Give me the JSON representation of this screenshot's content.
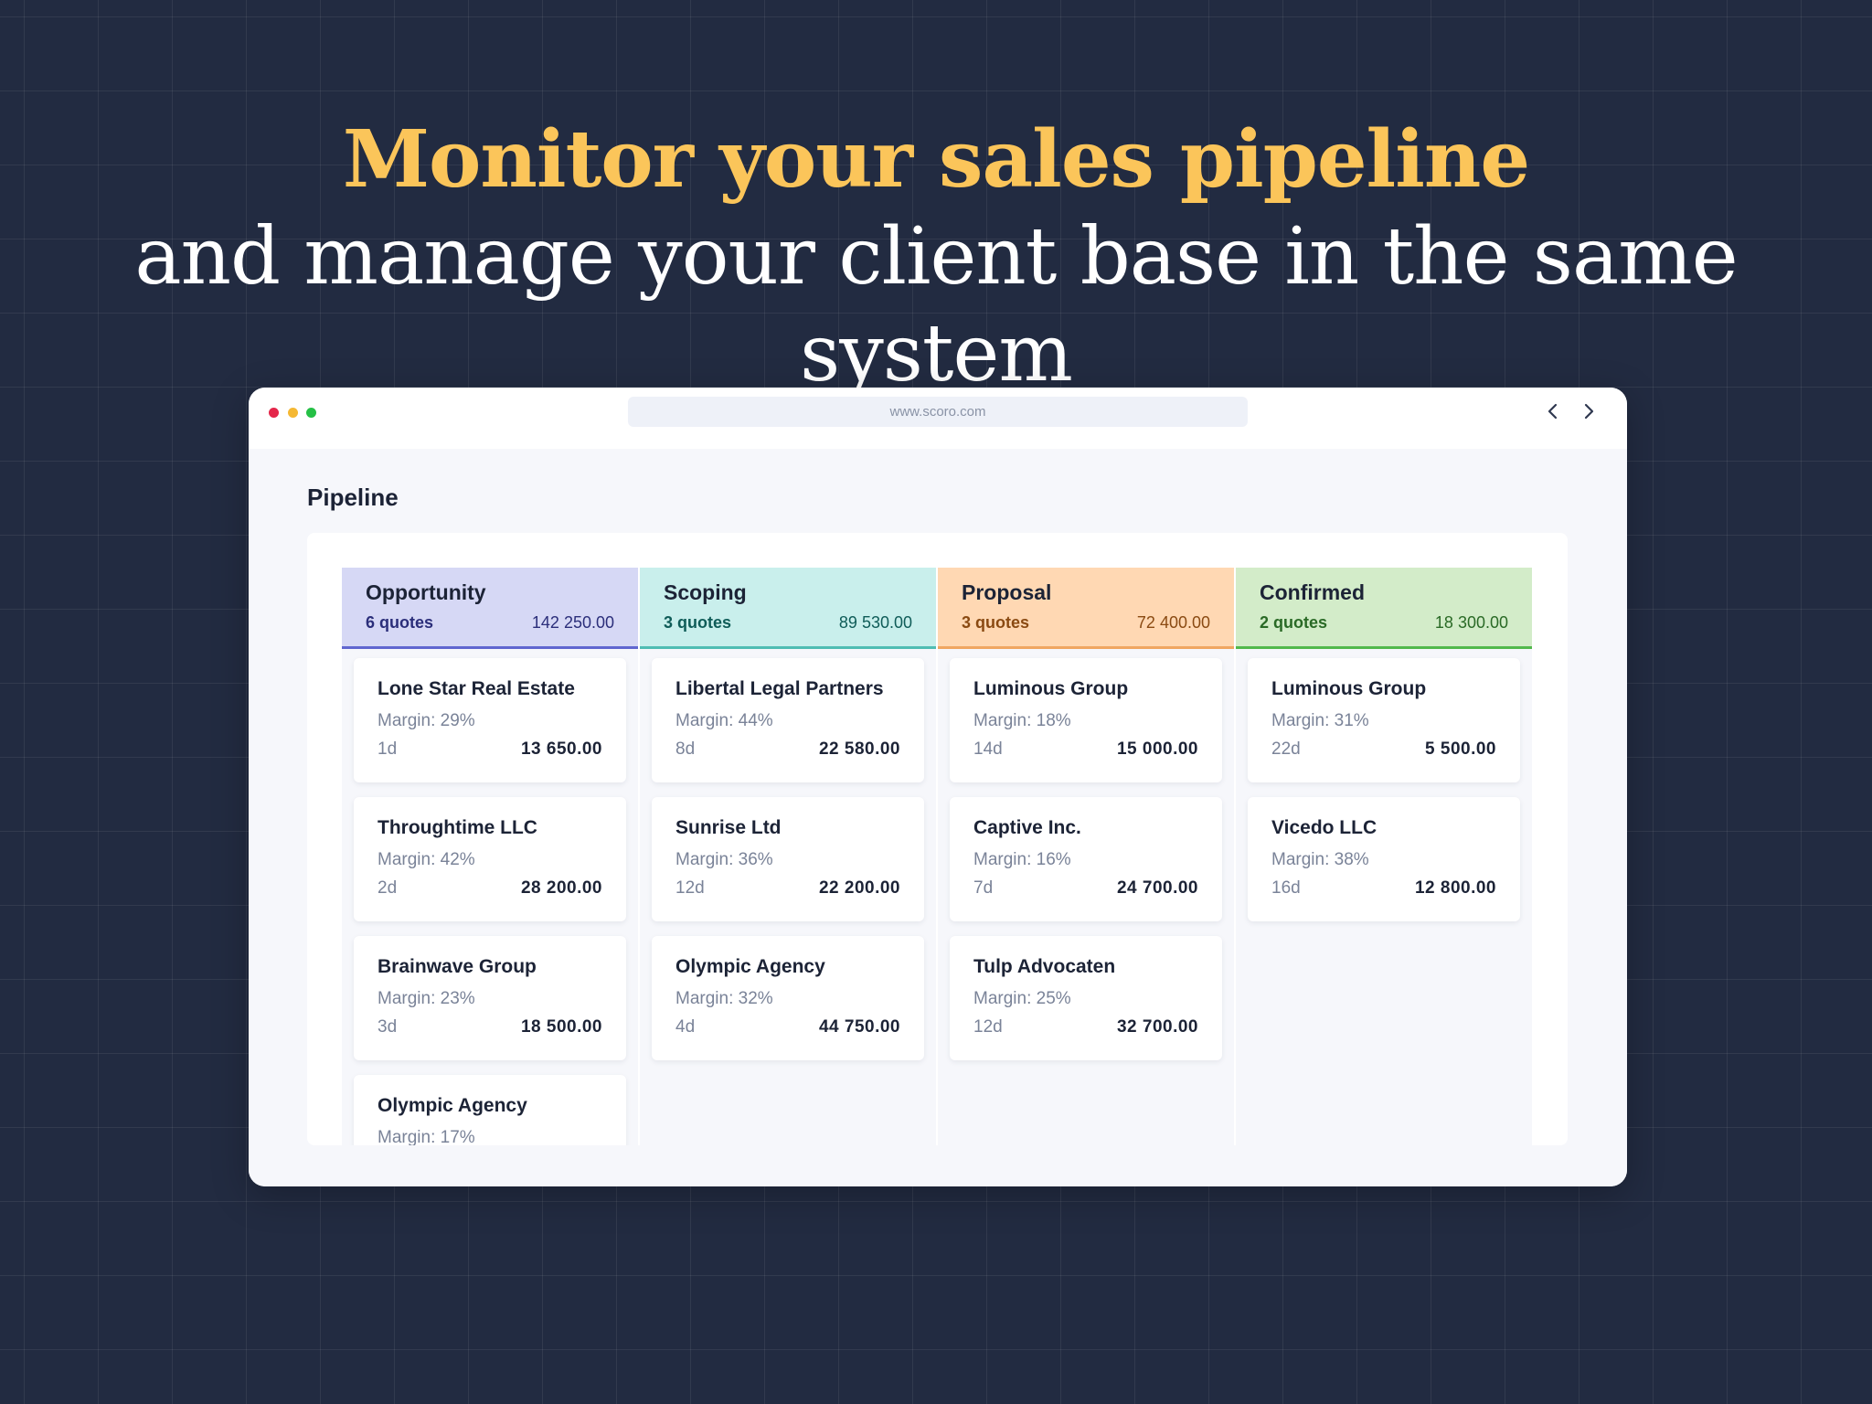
{
  "headline": {
    "line1": "Monitor your sales pipeline",
    "line2": "and manage your client base in the same system"
  },
  "browser": {
    "url": "www.scoro.com",
    "back_icon": "chevron-left-icon",
    "forward_icon": "chevron-right-icon"
  },
  "page": {
    "title": "Pipeline"
  },
  "columns": [
    {
      "title": "Opportunity",
      "count": "6 quotes",
      "total": "142 250.00",
      "colors": {
        "bg": "#d6d8f5",
        "border": "#6066d0",
        "meta": "#2b2e7a"
      },
      "cards": [
        {
          "name": "Lone Star Real Estate",
          "margin": "Margin: 29%",
          "days": "1d",
          "amount": "13 650.00"
        },
        {
          "name": "Throughtime LLC",
          "margin": "Margin: 42%",
          "days": "2d",
          "amount": "28 200.00"
        },
        {
          "name": "Brainwave Group",
          "margin": "Margin: 23%",
          "days": "3d",
          "amount": "18 500.00"
        },
        {
          "name": "Olympic Agency",
          "margin": "Margin: 17%",
          "days": "",
          "amount": ""
        }
      ]
    },
    {
      "title": "Scoping",
      "count": "3 quotes",
      "total": "89 530.00",
      "colors": {
        "bg": "#c9efec",
        "border": "#4fbdb3",
        "meta": "#0f5c58"
      },
      "cards": [
        {
          "name": "Libertal Legal Partners",
          "margin": "Margin: 44%",
          "days": "8d",
          "amount": "22 580.00"
        },
        {
          "name": "Sunrise Ltd",
          "margin": "Margin: 36%",
          "days": "12d",
          "amount": "22 200.00"
        },
        {
          "name": "Olympic Agency",
          "margin": "Margin: 32%",
          "days": "4d",
          "amount": "44 750.00"
        }
      ]
    },
    {
      "title": "Proposal",
      "count": "3 quotes",
      "total": "72 400.00",
      "colors": {
        "bg": "#ffd8b3",
        "border": "#f0a661",
        "meta": "#8a4a12"
      },
      "cards": [
        {
          "name": "Luminous Group",
          "margin": "Margin: 18%",
          "days": "14d",
          "amount": "15 000.00"
        },
        {
          "name": "Captive Inc.",
          "margin": "Margin: 16%",
          "days": "7d",
          "amount": "24 700.00"
        },
        {
          "name": "Tulp Advocaten",
          "margin": "Margin: 25%",
          "days": "12d",
          "amount": "32 700.00"
        }
      ]
    },
    {
      "title": "Confirmed",
      "count": "2 quotes",
      "total": "18 300.00",
      "colors": {
        "bg": "#d3ecc9",
        "border": "#52b84c",
        "meta": "#2a6a26"
      },
      "cards": [
        {
          "name": "Luminous Group",
          "margin": "Margin: 31%",
          "days": "22d",
          "amount": "5 500.00"
        },
        {
          "name": "Vicedo LLC",
          "margin": "Margin: 38%",
          "days": "16d",
          "amount": "12 800.00"
        }
      ]
    }
  ]
}
